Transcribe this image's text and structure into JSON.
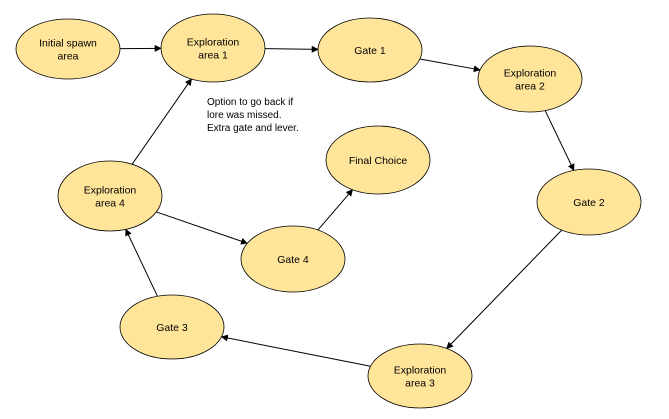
{
  "diagram": {
    "nodes": [
      {
        "id": "spawn",
        "label": "Initial spawn\narea"
      },
      {
        "id": "exp1",
        "label": "Exploration\narea 1"
      },
      {
        "id": "gate1",
        "label": "Gate 1"
      },
      {
        "id": "exp2",
        "label": "Exploration\narea 2"
      },
      {
        "id": "gate2",
        "label": "Gate 2"
      },
      {
        "id": "exp3",
        "label": "Exploration\narea 3"
      },
      {
        "id": "gate3",
        "label": "Gate 3"
      },
      {
        "id": "exp4",
        "label": "Exploration\narea 4"
      },
      {
        "id": "gate4",
        "label": "Gate 4"
      },
      {
        "id": "final",
        "label": "Final Choice"
      }
    ],
    "edges": [
      {
        "from": "spawn",
        "to": "exp1"
      },
      {
        "from": "exp1",
        "to": "gate1"
      },
      {
        "from": "gate1",
        "to": "exp2"
      },
      {
        "from": "exp2",
        "to": "gate2"
      },
      {
        "from": "gate2",
        "to": "exp3"
      },
      {
        "from": "exp3",
        "to": "gate3"
      },
      {
        "from": "gate3",
        "to": "exp4"
      },
      {
        "from": "exp4",
        "to": "exp1"
      },
      {
        "from": "exp4",
        "to": "gate4"
      },
      {
        "from": "gate4",
        "to": "final"
      }
    ],
    "annotation": "Option to go back if\nlore was missed.\nExtra gate and lever.",
    "colors": {
      "node_fill": "#ffe599",
      "stroke": "#000000"
    }
  }
}
